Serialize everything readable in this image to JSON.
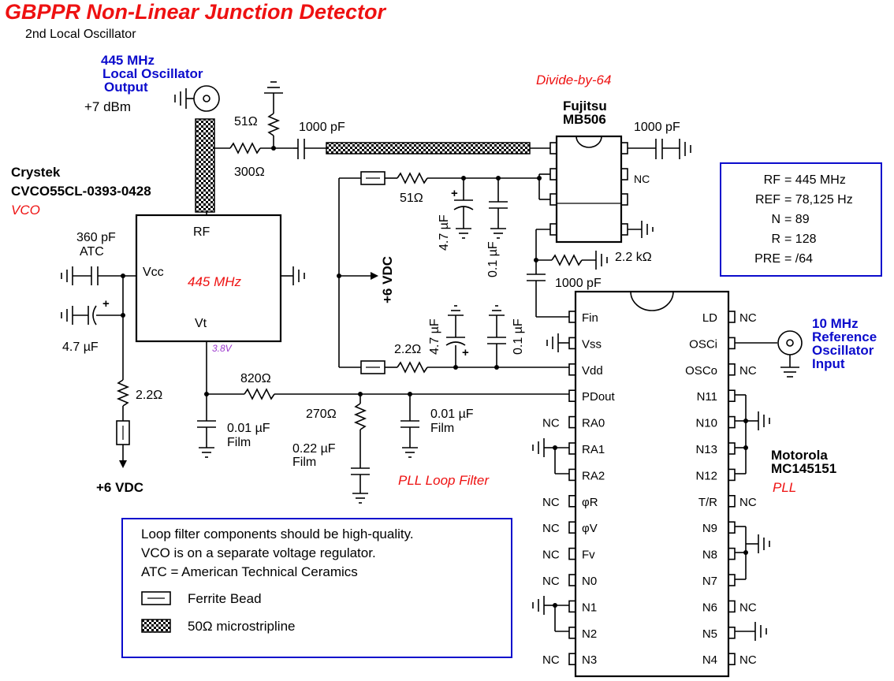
{
  "title": "GBPPR Non-Linear Junction Detector",
  "subtitle": "2nd Local Oscillator",
  "colors": {
    "red": "#ee1111",
    "blue": "#0b0bcc",
    "purple": "#9933cc",
    "black": "#000000"
  },
  "lo_output": {
    "line1": "445 MHz",
    "line2": "Local Oscillator",
    "line3": "Output",
    "level": "+7 dBm"
  },
  "ref_input": {
    "line1": "10 MHz",
    "line2": "Reference",
    "line3": "Oscillator",
    "line4": "Input"
  },
  "vco": {
    "maker": "Crystek",
    "part": "CVCO55CL-0393-0428",
    "label": "VCO",
    "freq": "445 MHz",
    "pin_rf": "RF",
    "pin_vcc": "Vcc",
    "pin_vt": "Vt",
    "vt_voltage": "3.8V"
  },
  "prescaler": {
    "maker": "Fujitsu",
    "part": "MB506",
    "function": "Divide-by-64",
    "nc": "NC"
  },
  "pll": {
    "maker": "Motorola",
    "part": "MC145151",
    "label": "PLL",
    "left_pins": [
      "Fin",
      "Vss",
      "Vdd",
      "PDout",
      "RA0",
      "RA1",
      "RA2",
      "φR",
      "φV",
      "Fv",
      "N0",
      "N1",
      "N2",
      "N3"
    ],
    "right_pins": [
      "LD",
      "OSCi",
      "OSCo",
      "N11",
      "N10",
      "N13",
      "N12",
      "T/R",
      "N9",
      "N8",
      "N7",
      "N6",
      "N5",
      "N4"
    ],
    "nc": "NC"
  },
  "components": {
    "r_51_top": "51Ω",
    "r_300": "300Ω",
    "c_1000_series": "1000 pF",
    "c_1000_prescaler": "1000 pF",
    "r_51_supply": "51Ω",
    "c_4u7_top": "4.7 µF",
    "c_0u1_top": "0.1 µF",
    "r_2k2": "2.2 kΩ",
    "c_1000_fin": "1000 pF",
    "vdc_bus": "+6 VDC",
    "c_4u7_pll": "4.7 µF",
    "c_0u1_pll": "0.1 µF",
    "r_2r2_pll": "2.2Ω",
    "r_820": "820Ω",
    "r_270": "270Ω",
    "c_0u01_a": "0.01 µF",
    "c_0u01_b": "0.01 µF",
    "c_0u22": "0.22 µF",
    "film": "Film",
    "c_360": "360 pF",
    "atc": "ATC",
    "c_4u7_vco": "4.7 µF",
    "r_2r2_vco": "2.2Ω",
    "vdc_vco": "+6 VDC",
    "plus": "+"
  },
  "loop_filter_label": "PLL Loop Filter",
  "settings": [
    {
      "key": "RF",
      "value": "= 445 MHz"
    },
    {
      "key": "REF",
      "value": "= 78,125 Hz"
    },
    {
      "key": "N",
      "value": "= 89"
    },
    {
      "key": "R",
      "value": "= 128"
    },
    {
      "key": "PRE",
      "value": "= /64"
    }
  ],
  "notes": [
    "Loop filter components should be high-quality.",
    "VCO is on a separate voltage regulator.",
    "ATC = American Technical Ceramics"
  ],
  "legend": {
    "ferrite": "Ferrite Bead",
    "microstrip": "50Ω microstripline"
  }
}
